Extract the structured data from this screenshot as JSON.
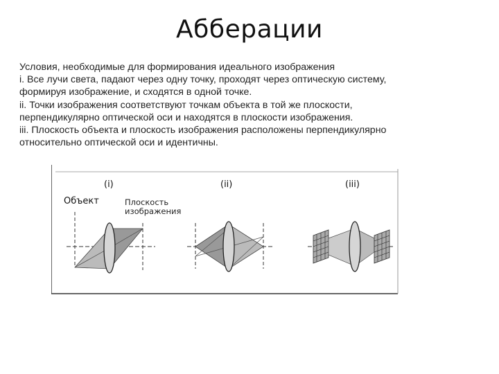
{
  "slide": {
    "title": "Абберации",
    "lines": [
      "Условия, необходимые для формирования идеального изображения",
      "i. Все лучи света, падают через одну точку, проходят через оптическую систему,",
      "формируя изображение, и сходятся в одной точке.",
      "ii. Точки изображения соответствуют точкам объекта в той же плоскости,",
      "перпендикулярно оптической оси и находятся в плоскости изображения.",
      "iii. Плоскость объекта и плоскость изображения расположены перпендикулярно",
      "относительно оптической оси и идентичны."
    ]
  },
  "figure": {
    "panel_labels": [
      "(i)",
      "(ii)",
      "(iii)"
    ],
    "object_label": "Объект",
    "image_plane_label_line1": "Плоскость",
    "image_plane_label_line2": "изображения"
  }
}
